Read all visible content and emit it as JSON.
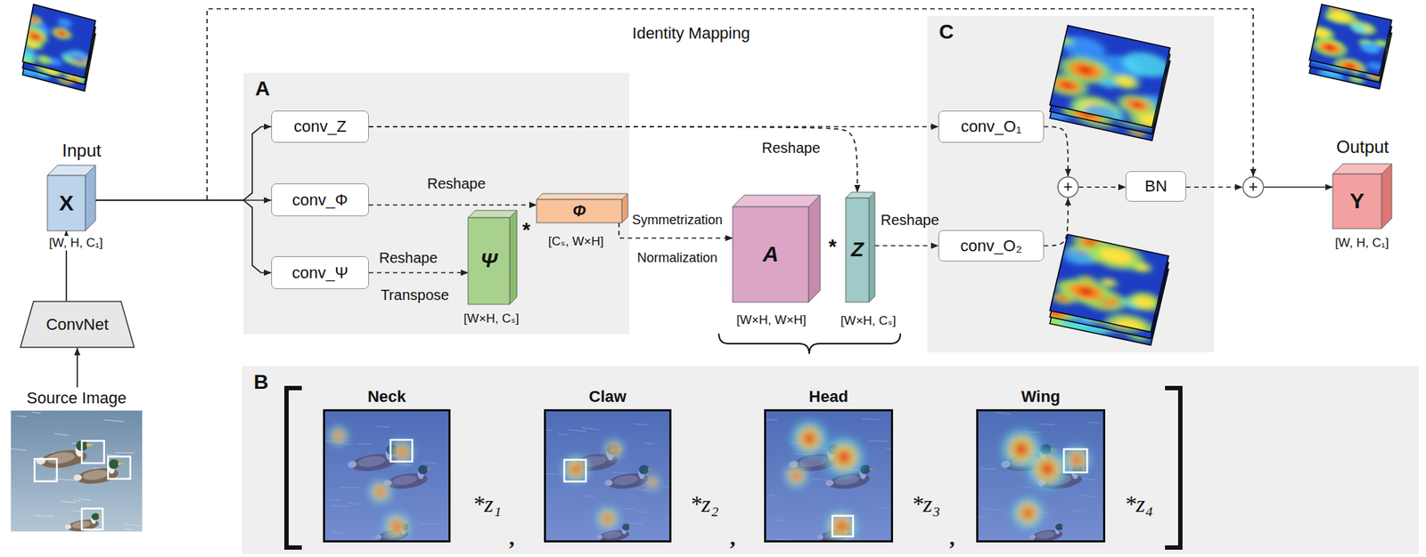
{
  "diagram": {
    "nodes": [
      {
        "text": [
          "X"
        ]
      },
      {
        "text": [
          "ConvNet"
        ]
      },
      {
        "text": [
          "Source Image"
        ]
      },
      {
        "text": [
          "A"
        ]
      },
      {
        "text": [
          "conv_Z"
        ],
        "in": 3
      },
      {
        "text": [
          "conv_Φ"
        ],
        "in": 3
      },
      {
        "text": [
          "conv_Ψ"
        ],
        "in": 3
      },
      {
        "text": [
          "Ψ"
        ],
        "in": 3
      },
      {
        "text": [
          "Φ"
        ],
        "in": 3
      },
      {
        "text": [
          "A"
        ]
      },
      {
        "text": [
          "Z"
        ]
      },
      {
        "text": [
          "C"
        ]
      },
      {
        "text": [
          "conv_O₁"
        ],
        "in": 11
      },
      {
        "text": [
          "conv_O₂"
        ],
        "in": 11
      },
      {
        "text": [
          "+"
        ],
        "in": 11
      },
      {
        "text": [
          "BN"
        ],
        "in": 11
      },
      {
        "text": [
          "+"
        ]
      },
      {
        "text": [
          "Y"
        ]
      },
      {
        "text": [
          "B"
        ]
      },
      {
        "text": [
          "Neck"
        ],
        "in": 18
      },
      {
        "text": [
          "Claw"
        ],
        "in": 18
      },
      {
        "text": [
          "Head"
        ],
        "in": 18
      },
      {
        "text": [
          "Wing"
        ],
        "in": 18
      }
    ],
    "edges": [
      {
        "from": 2,
        "to": 1,
        "arrow": "to"
      },
      {
        "from": 1,
        "to": 0,
        "arrow": "to"
      },
      {
        "from": 0,
        "to": 4,
        "arrow": "to"
      },
      {
        "from": 0,
        "to": 5,
        "arrow": "to"
      },
      {
        "from": 0,
        "to": 6,
        "arrow": "to"
      },
      {
        "from": 0,
        "to": 16,
        "label": "Identity Mapping",
        "arrow": "to"
      },
      {
        "from": 5,
        "to": 8,
        "label": "Reshape",
        "arrow": "to"
      },
      {
        "from": 6,
        "to": 7,
        "label": "Reshape",
        "arrow": "to"
      },
      {
        "from": 8,
        "to": 9,
        "label": "Symmetrization",
        "arrow": "to"
      },
      {
        "from": 4,
        "to": 12,
        "arrow": "to"
      },
      {
        "from": 4,
        "to": 10,
        "label": "Reshape",
        "arrow": "to"
      },
      {
        "from": 10,
        "to": 13,
        "label": "Reshape",
        "arrow": "to"
      },
      {
        "from": 12,
        "to": 14,
        "arrow": "to"
      },
      {
        "from": 13,
        "to": 14,
        "arrow": "to"
      },
      {
        "from": 14,
        "to": 15,
        "arrow": "to"
      },
      {
        "from": 15,
        "to": 16,
        "arrow": "to"
      },
      {
        "from": 16,
        "to": 17,
        "arrow": "to"
      }
    ],
    "labels": [
      "Input",
      "[W, H, C₁]",
      "Transpose",
      "*",
      "[W×H, Cₛ]",
      "[Cₛ, W×H]",
      "Normalization",
      "*",
      "[W×H, W×H]",
      "[W×H, Cₛ]",
      "Output",
      "[W, H, C₁]",
      "*z₁",
      ",",
      "*z₂",
      ",",
      "*z₃",
      ",",
      "*z₄"
    ]
  }
}
